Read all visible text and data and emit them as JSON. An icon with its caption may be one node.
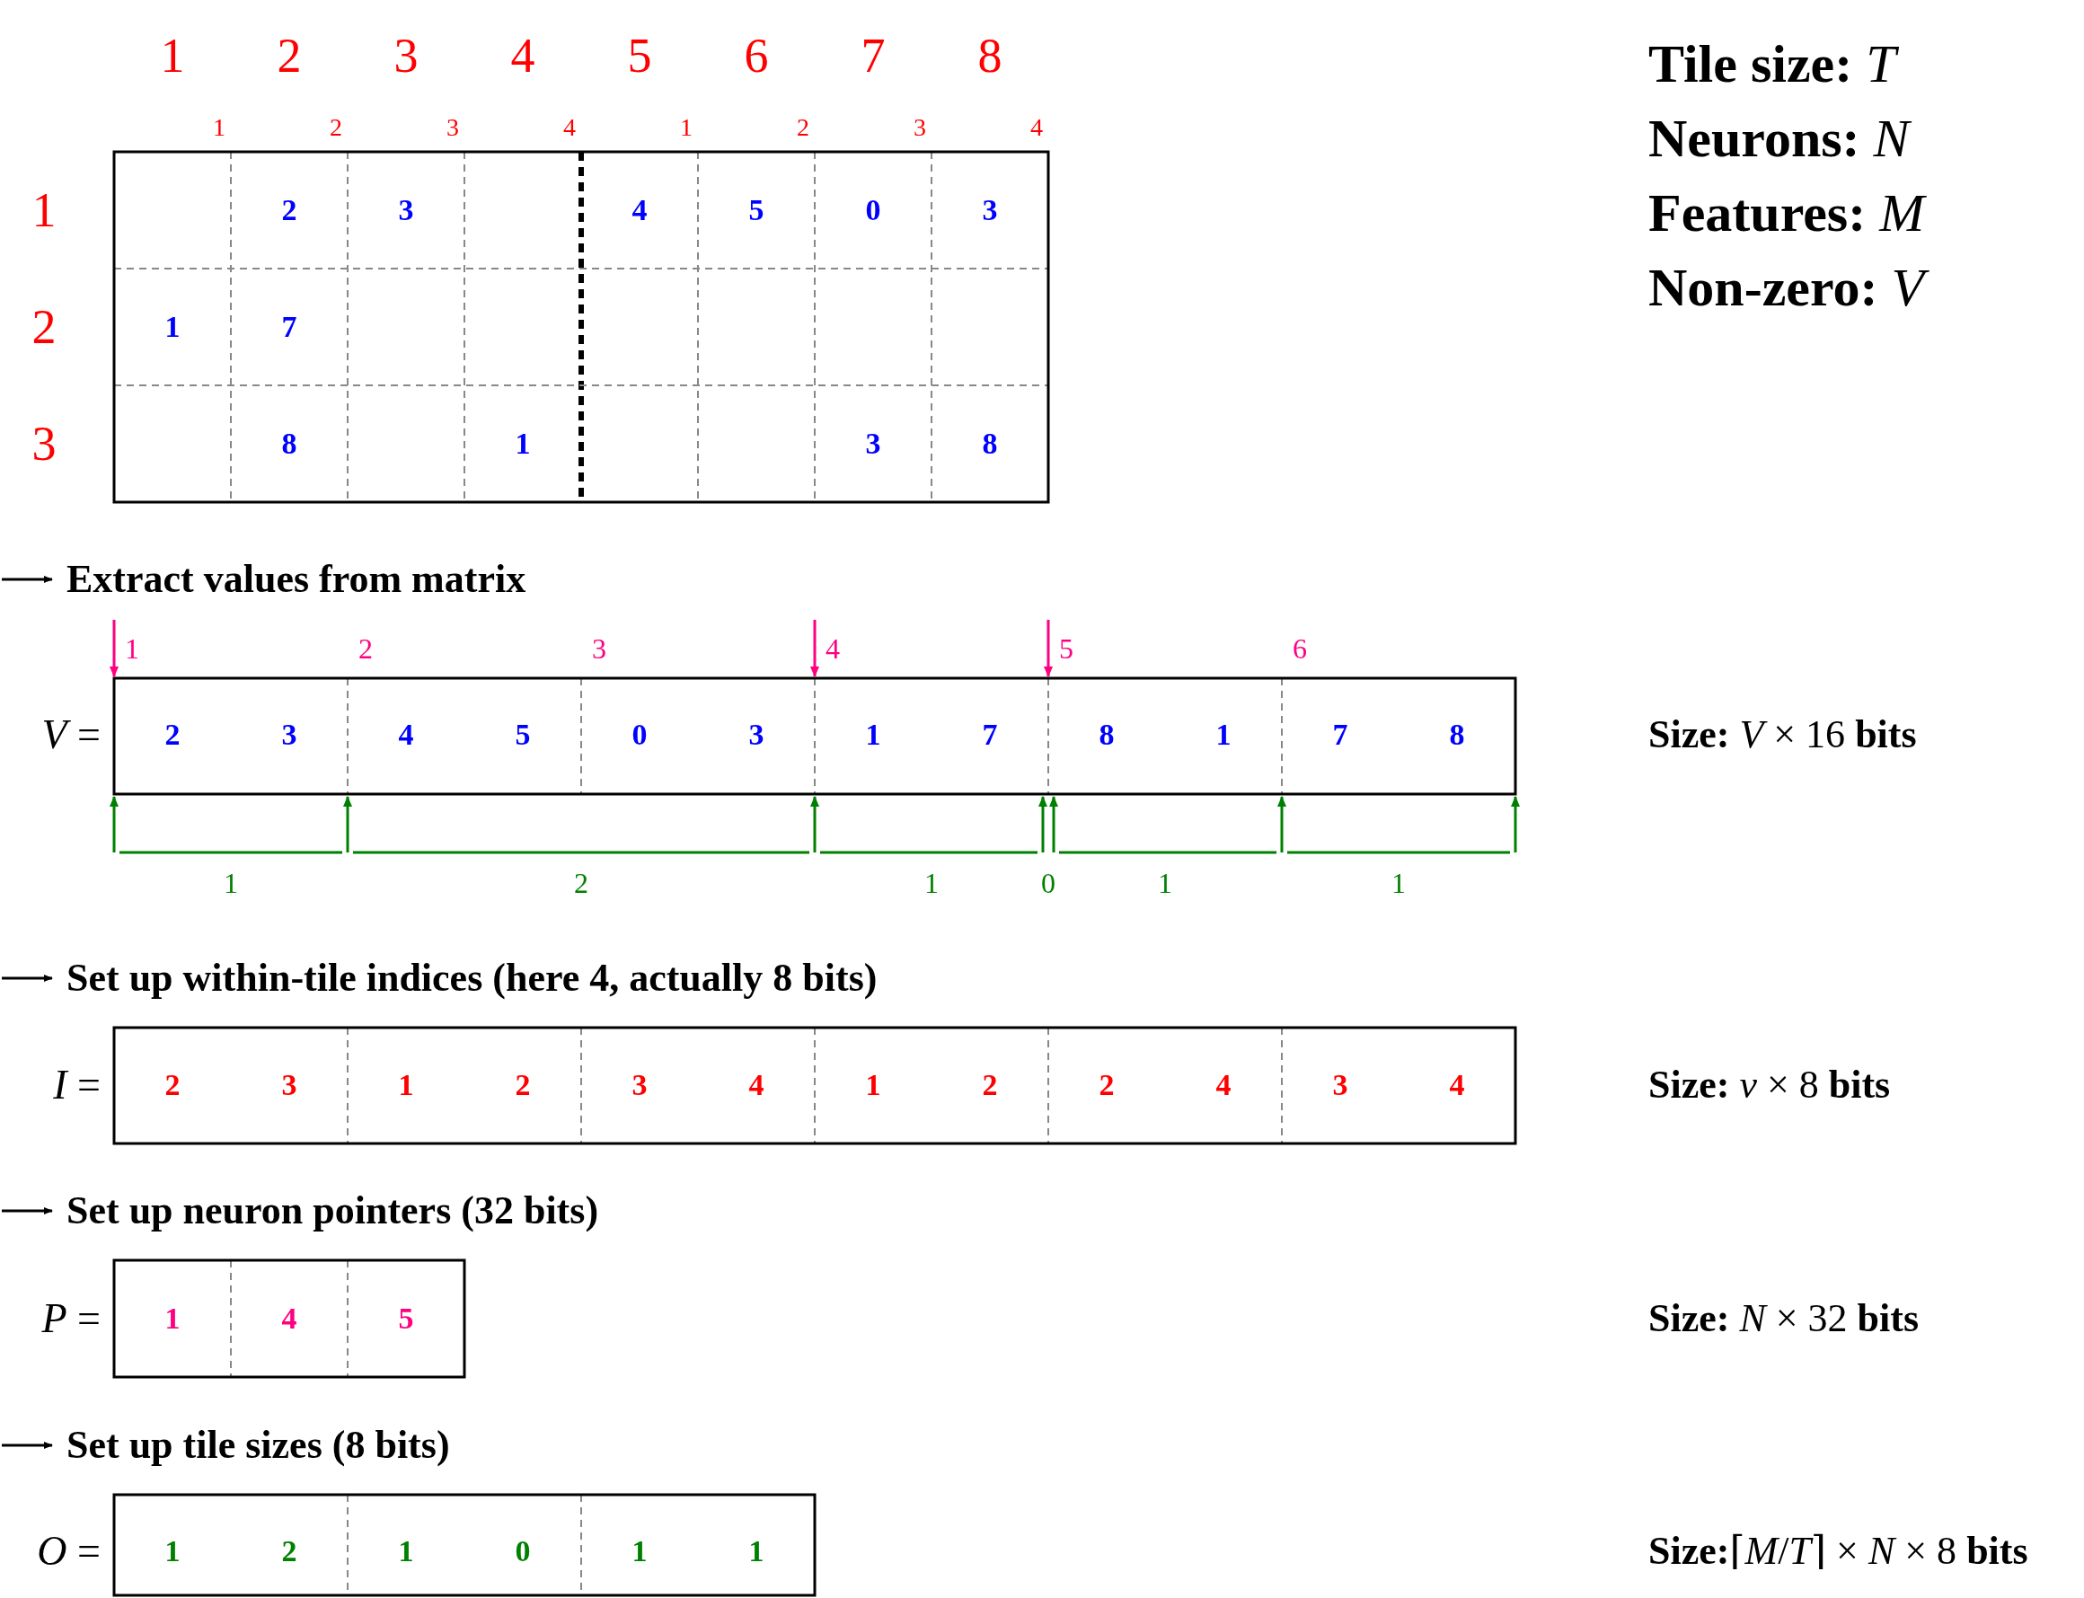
{
  "diagram": {
    "labels": [
      "1",
      "2",
      "3",
      "4",
      "5",
      "6",
      "7",
      "8",
      "**Tile size:** *T*",
      "**Neurons:** *N*",
      "**Features:** *M*",
      "**Non-zero:** *V*",
      "1",
      "2",
      "3",
      "4",
      "1",
      "2",
      "3",
      "4",
      "1",
      "2",
      "3",
      "4",
      "5",
      "0",
      "3",
      "2",
      "1",
      "7",
      "3",
      "8",
      "1",
      "3",
      "8",
      "Extract values from matrix",
      "1",
      "2",
      "3",
      "4",
      "5",
      "6",
      "*V* =",
      "2",
      "3",
      "4",
      "5",
      "0",
      "3",
      "1",
      "7",
      "8",
      "1",
      "7",
      "8",
      "**Size:** *V* × 16 **bits**",
      "1",
      "2",
      "1",
      "0",
      "1",
      "1",
      "Set up within-tile indices (here 4, actually 8 bits)",
      "*I* =",
      "2",
      "3",
      "1",
      "2",
      "3",
      "4",
      "1",
      "2",
      "2",
      "4",
      "3",
      "4",
      "**Size:** *v* × 8 **bits**",
      "Set up neuron pointers (32 bits)",
      "*P* =",
      "1",
      "4",
      "5",
      "**Size:** *N* × 32 **bits**",
      "Set up tile sizes (8 bits)",
      "*O* =",
      "1",
      "2",
      "1",
      "0",
      "1",
      "1",
      "**Size:**⌈*M*/*T*⌉ × *N* × 8 **bits**"
    ]
  }
}
